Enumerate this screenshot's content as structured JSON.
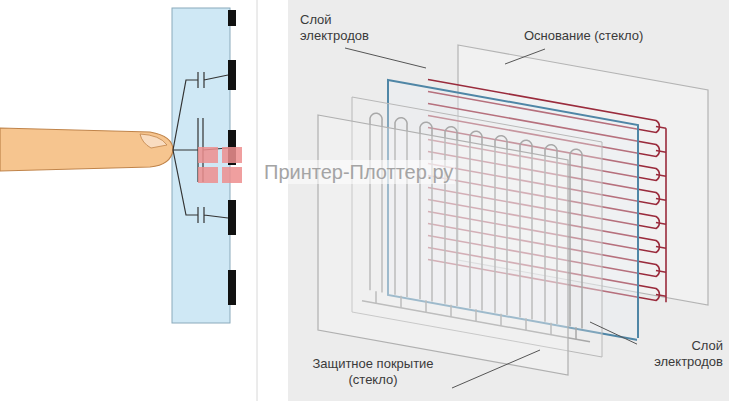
{
  "diagram": {
    "labels": [
      "Слой электродов",
      "Основание (стекло)",
      "Принтер-Плоттер.ру",
      "Защитное покрытие (стекло)",
      "Слой электродов"
    ]
  }
}
